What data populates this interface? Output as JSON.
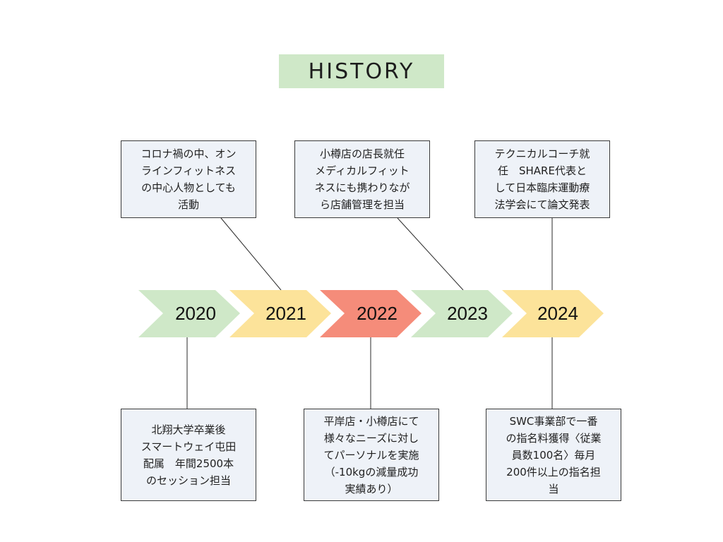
{
  "title": "HISTORY",
  "colors": {
    "green": "#cfe8c8",
    "yellow": "#fce39a",
    "red": "#f58c7a",
    "box_fill": "#eef2f8",
    "line": "#2a2a2a"
  },
  "years": [
    {
      "label": "2020",
      "color": "green"
    },
    {
      "label": "2021",
      "color": "yellow"
    },
    {
      "label": "2022",
      "color": "red"
    },
    {
      "label": "2023",
      "color": "green"
    },
    {
      "label": "2024",
      "color": "yellow"
    }
  ],
  "boxes_top": [
    {
      "year": "2021",
      "text": "コロナ禍の中、オン\nラインフィットネス\nの中心人物としても\n活動"
    },
    {
      "year": "2023",
      "text": "小樽店の店長就任\nメディカルフィット\nネスにも携わりなが\nら店舗管理を担当"
    },
    {
      "year": "2024",
      "text": "テクニカルコーチ就\n任　SHARE代表と\nして日本臨床運動療\n法学会にて論文発表"
    }
  ],
  "boxes_bottom": [
    {
      "year": "2020",
      "text": "北翔大学卒業後\nスマートウェイ屯田\n配属　年間2500本\nのセッション担当"
    },
    {
      "year": "2022",
      "text": "平岸店・小樽店にて\n様々なニーズに対し\nてパーソナルを実施\n（-10kgの減量成功\n実績あり）"
    },
    {
      "year": "2024",
      "text": "SWC事業部で一番\nの指名料獲得〈従業\n員数100名〉毎月\n200件以上の指名担\n当"
    }
  ]
}
